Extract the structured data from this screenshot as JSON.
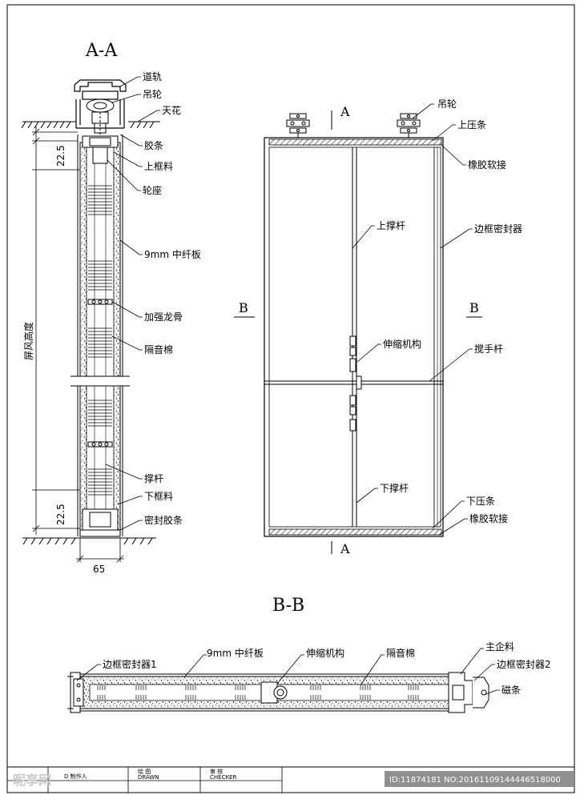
{
  "section_aa": {
    "title": "A-A",
    "labels": {
      "rail": "道轨",
      "hanging_wheel": "吊轮",
      "ceiling": "天花",
      "rubber_strip": "胶条",
      "upper_frame": "上框料",
      "wheel_seat": "轮座",
      "mdf_board": "9mm 中纤板",
      "reinforce_keel": "加强龙骨",
      "insulation": "隔音棉",
      "brace_rod": "撑杆",
      "lower_frame": "下框料",
      "seal_strip": "密封胶条"
    },
    "dims": {
      "top_gap": "22.5",
      "bottom_gap": "22.5",
      "width": "65",
      "screen_height": "屏风高度"
    }
  },
  "elevation": {
    "labels": {
      "hanging_wheel": "吊轮",
      "upper_press": "上压条",
      "rubber_joint_top": "橡胶软接",
      "upper_brace": "上撑杆",
      "side_sealer": "边框密封器",
      "telescopic": "伸缩机构",
      "handle_rod": "搅手杆",
      "lower_brace": "下撑杆",
      "lower_press": "下压条",
      "rubber_joint_bottom": "橡胶软接"
    },
    "cut_a_top": "A",
    "cut_a_bottom": "A",
    "cut_b_left": "B",
    "cut_b_right": "B"
  },
  "section_bb": {
    "title": "B-B",
    "labels": {
      "mdf_board": "9mm 中纤板",
      "telescopic": "伸缩机构",
      "insulation": "隔音棉",
      "main_profile": "主企料",
      "side_sealer_1": "边框密封器1",
      "side_sealer_2": "边框密封器2",
      "magnet_strip": "磁条"
    }
  },
  "title_block": {
    "cell_1": "D 制作人",
    "cell_2": "绘 图",
    "cell_2_en": "DRAWN",
    "cell_3": "审 核",
    "cell_3_en": "CHECKER"
  },
  "watermark": {
    "logo": "昵享网",
    "id_text": "ID:11874181 NO:20161109144446518000"
  }
}
